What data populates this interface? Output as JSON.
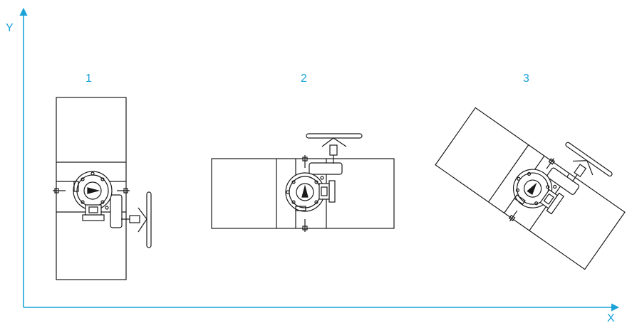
{
  "axes": {
    "x_label": "X",
    "y_label": "Y",
    "color": "#1ba3d8"
  },
  "labels_color": "#1ba3d8",
  "line_color": "#1a1a1a",
  "orientations": [
    {
      "label": "1",
      "rotation_deg": 90
    },
    {
      "label": "2",
      "rotation_deg": 0
    },
    {
      "label": "3",
      "rotation_deg": 35
    }
  ]
}
